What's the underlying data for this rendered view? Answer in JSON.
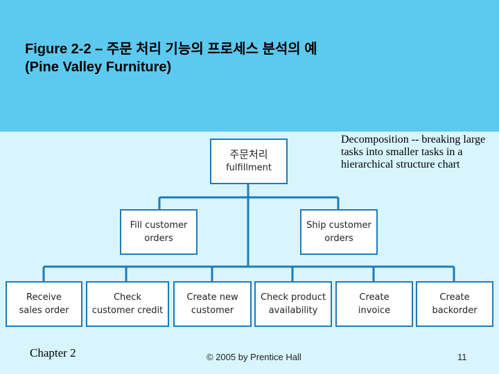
{
  "slide": {
    "title_line1": "Figure 2-2 – 주문 처리 기능의 프로세스 분석의 예",
    "title_line2": "(Pine Valley Furniture)",
    "note": "Decomposition -- breaking large tasks into smaller tasks in a hierarchical structure chart"
  },
  "diagram": {
    "root": {
      "line1": "주문처리",
      "line2": "fulfillment"
    },
    "level1": [
      {
        "line1": "Fill customer",
        "line2": "orders"
      },
      {
        "line1": "Ship customer",
        "line2": "orders"
      }
    ],
    "level2": [
      {
        "line1": "Receive",
        "line2": "sales order"
      },
      {
        "line1": "Check",
        "line2": "customer credit"
      },
      {
        "line1": "Create new",
        "line2": "customer"
      },
      {
        "line1": "Check product",
        "line2": "availability"
      },
      {
        "line1": "Create",
        "line2": "invoice"
      },
      {
        "line1": "Create",
        "line2": "backorder"
      }
    ]
  },
  "footer": {
    "chapter": "Chapter 2",
    "copyright": "© 2005 by Prentice Hall",
    "page": "11"
  },
  "colors": {
    "header": "#5ccaf0",
    "background": "#d8f4fc",
    "connector": "#1e7bb8"
  }
}
